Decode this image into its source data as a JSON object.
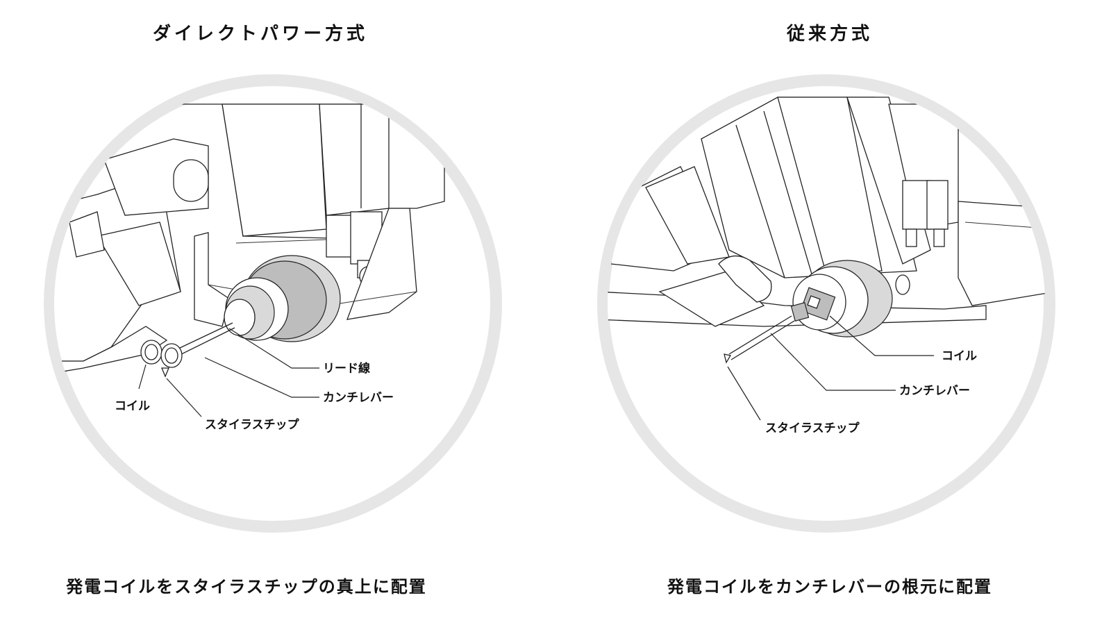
{
  "panels": [
    {
      "title": "ダイレクトパワー方式",
      "caption": "発電コイルをスタイラスチップの真上に配置",
      "labels": {
        "lead_wire": "リード線",
        "cantilever": "カンチレバー",
        "coil": "コイル",
        "stylus_tip": "スタイラスチップ"
      }
    },
    {
      "title": "従来方式",
      "caption": "発電コイルをカンチレバーの根元に配置",
      "labels": {
        "coil": "コイル",
        "cantilever": "カンチレバー",
        "stylus_tip": "スタイラスチップ"
      }
    }
  ],
  "colors": {
    "ring": "#e6e6e6",
    "ink": "#222222",
    "shade": "#d9d9d9"
  }
}
